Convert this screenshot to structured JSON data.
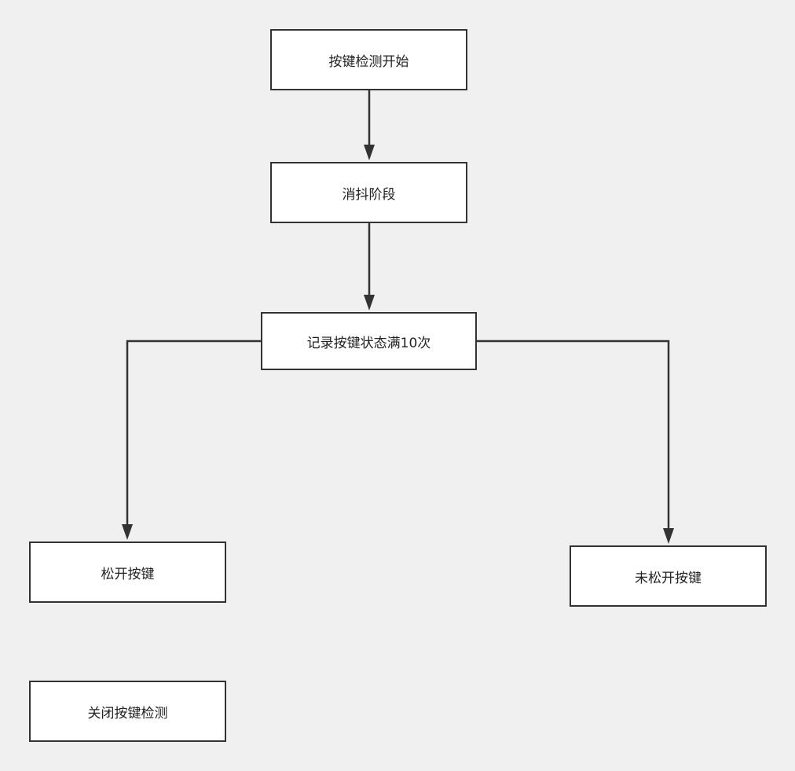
{
  "nodes": {
    "start": "按键检测开始",
    "debounce": "消抖阶段",
    "record": "记录按键状态满10次",
    "release": "松开按键",
    "not_release": "未松开按键",
    "close": "关闭按键检测"
  },
  "edges": [
    {
      "from": "start",
      "to": "debounce"
    },
    {
      "from": "debounce",
      "to": "record"
    },
    {
      "from": "record",
      "to": "release"
    },
    {
      "from": "record",
      "to": "not_release"
    }
  ],
  "colors": {
    "background": "#f0f0f0",
    "node_fill": "#ffffff",
    "stroke": "#333333",
    "text": "#222222"
  }
}
